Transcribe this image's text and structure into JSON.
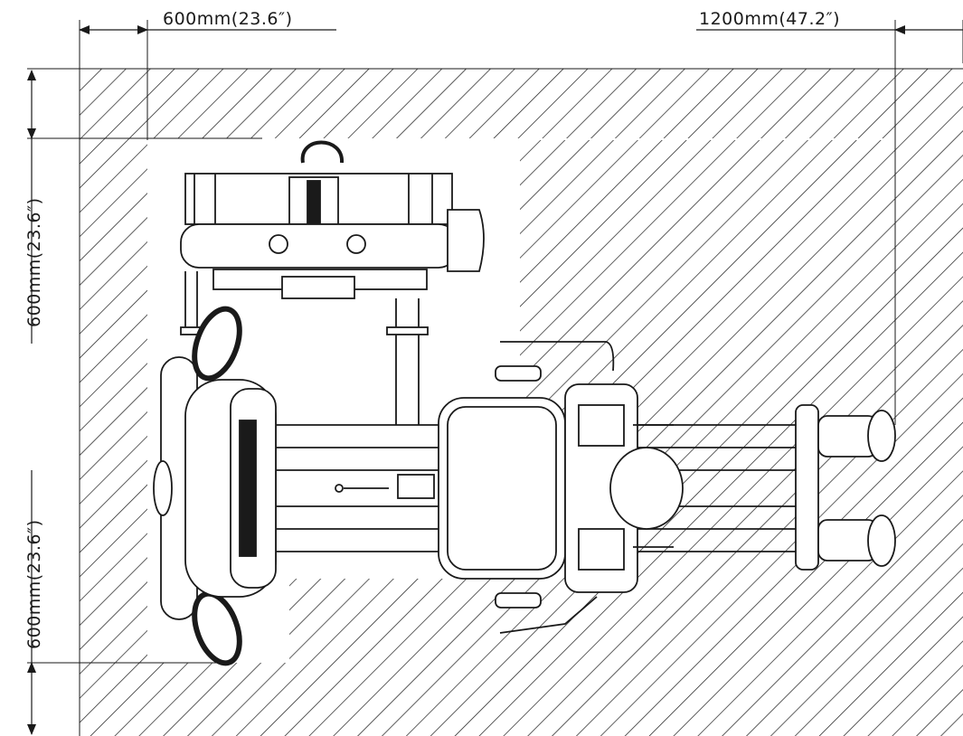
{
  "dimensions": {
    "top_left": "600mm(23.6″)",
    "top_right": "1200mm(47.2″)",
    "left_upper": "600mm(23.6″)",
    "left_lower": "600mm(23.6″)"
  },
  "colors": {
    "line": "#1a1a1a",
    "background": "#ffffff"
  }
}
